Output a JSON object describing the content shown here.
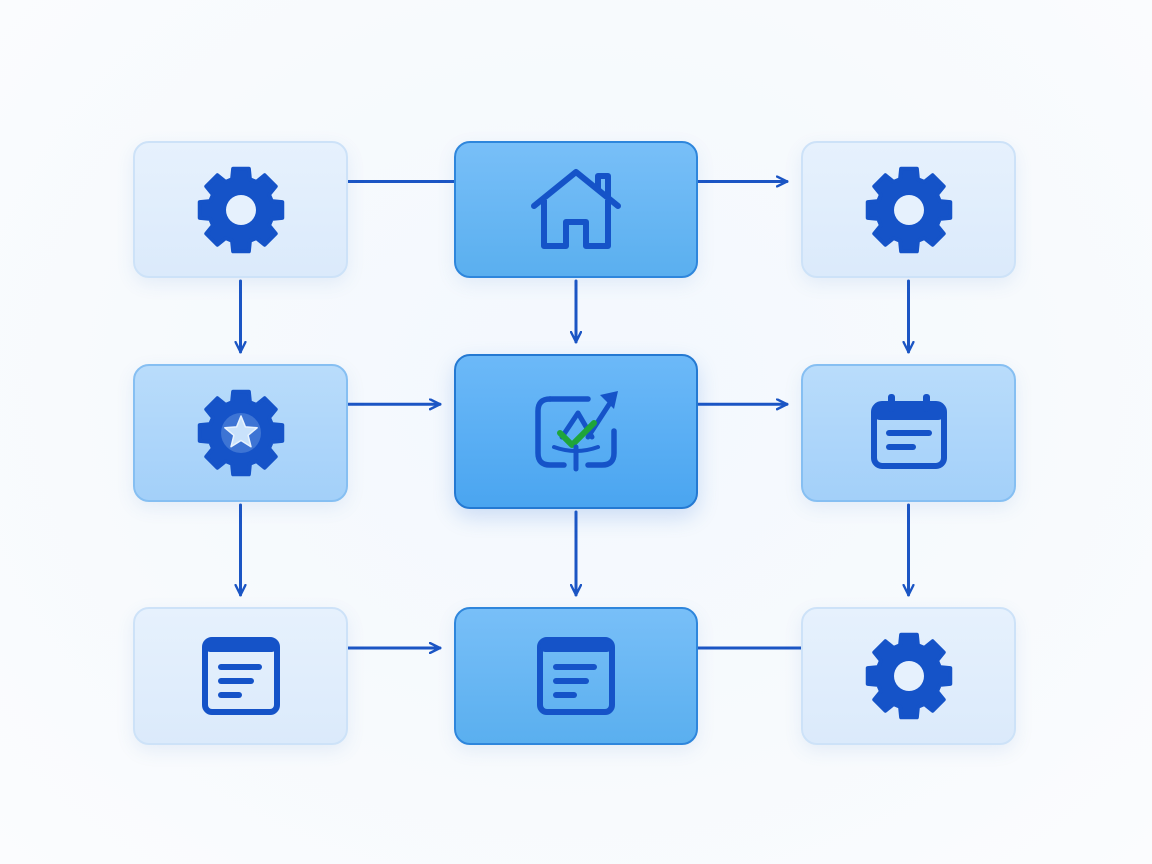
{
  "colors": {
    "icon": "#1553c8",
    "connector": "#1b55c4",
    "check": "#1fa53a",
    "light_fill": "#dfecfb",
    "mid_fill": "#abd3f9",
    "dark_fill": "#63b3f3"
  },
  "nodes": [
    {
      "id": "top-left",
      "icon": "gear-icon",
      "tone": "light"
    },
    {
      "id": "top-center",
      "icon": "home-icon",
      "tone": "dark"
    },
    {
      "id": "top-right",
      "icon": "gear-icon",
      "tone": "light"
    },
    {
      "id": "middle-left",
      "icon": "star-gear-icon",
      "tone": "mid"
    },
    {
      "id": "middle-center",
      "icon": "check-refresh-icon",
      "tone": "center"
    },
    {
      "id": "middle-right",
      "icon": "calendar-icon",
      "tone": "mid"
    },
    {
      "id": "bottom-left",
      "icon": "document-icon",
      "tone": "light"
    },
    {
      "id": "bottom-center",
      "icon": "document-icon",
      "tone": "dark"
    },
    {
      "id": "bottom-right",
      "icon": "gear-icon",
      "tone": "light"
    }
  ],
  "edges": [
    {
      "from": "top-left",
      "to": "top-center",
      "arrow": false
    },
    {
      "from": "top-center",
      "to": "top-right",
      "arrow": true
    },
    {
      "from": "top-left",
      "to": "middle-left",
      "arrow": true
    },
    {
      "from": "top-center",
      "to": "middle-center",
      "arrow": true
    },
    {
      "from": "top-right",
      "to": "middle-right",
      "arrow": true
    },
    {
      "from": "middle-left",
      "to": "middle-center",
      "arrow": true
    },
    {
      "from": "middle-center",
      "to": "middle-right",
      "arrow": true
    },
    {
      "from": "middle-left",
      "to": "bottom-left",
      "arrow": true
    },
    {
      "from": "middle-center",
      "to": "bottom-center",
      "arrow": true
    },
    {
      "from": "middle-right",
      "to": "bottom-right",
      "arrow": true
    },
    {
      "from": "bottom-left",
      "to": "bottom-center",
      "arrow": true
    },
    {
      "from": "bottom-center",
      "to": "bottom-right",
      "arrow": false
    }
  ]
}
